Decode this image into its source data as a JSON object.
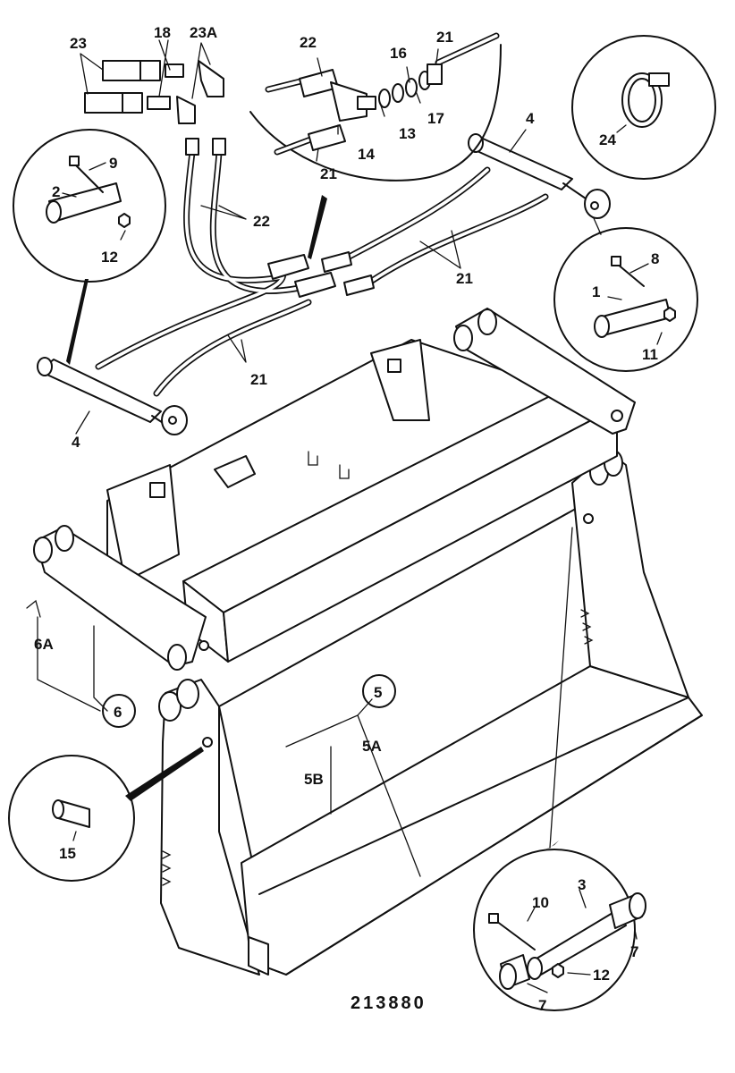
{
  "drawing_number": "213880",
  "callouts": {
    "c1": "1",
    "c2": "2",
    "c3": "3",
    "c4_left": "4",
    "c4_top": "4",
    "c5": "5",
    "c5A": "5A",
    "c5B": "5B",
    "c6": "6",
    "c6A": "6A",
    "c7_upper": "7",
    "c7_lower": "7",
    "c8": "8",
    "c9": "9",
    "c10": "10",
    "c11": "11",
    "c12_left": "12",
    "c12_bottom": "12",
    "c13": "13",
    "c14": "14",
    "c15": "15",
    "c16": "16",
    "c17": "17",
    "c18": "18",
    "c21_top": "21",
    "c21_bottomleft": "21",
    "c21_right": "21",
    "c21_center": "21",
    "c22_top": "22",
    "c22_center": "22",
    "c23": "23",
    "c23A": "23A",
    "c24": "24"
  }
}
